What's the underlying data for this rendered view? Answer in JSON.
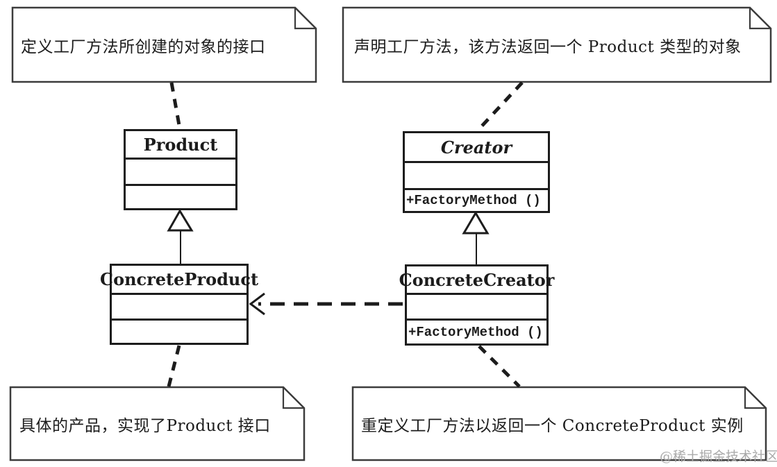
{
  "notes": {
    "top_left": {
      "text": "定义工厂方法所创建的对象的接口"
    },
    "top_right": {
      "text": "声明工厂方法，该方法返回一个 Product 类型的对象"
    },
    "bottom_left": {
      "text": "具体的产品，实现了Product 接口"
    },
    "bottom_right": {
      "text": "重定义工厂方法以返回一个 ConcreteProduct 实例"
    }
  },
  "classes": {
    "product": {
      "name": "Product",
      "attributes_text": "",
      "methods_text": ""
    },
    "creator": {
      "name": "Creator",
      "attributes_text": "",
      "methods_text": "+FactoryMethod ()",
      "name_style": "italic"
    },
    "concrete_product": {
      "name": "ConcreteProduct",
      "attributes_text": "",
      "methods_text": ""
    },
    "concrete_creator": {
      "name": "ConcreteCreator",
      "attributes_text": "",
      "methods_text": "+FactoryMethod ()"
    }
  },
  "relationships": [
    {
      "type": "inheritance",
      "from": "ConcreteProduct",
      "to": "Product"
    },
    {
      "type": "inheritance",
      "from": "ConcreteCreator",
      "to": "Creator"
    },
    {
      "type": "dashed-dependency-arrow",
      "from": "ConcreteCreator",
      "to": "ConcreteProduct"
    },
    {
      "type": "note-anchor",
      "from": "note.top_left",
      "to": "Product"
    },
    {
      "type": "note-anchor",
      "from": "note.top_right",
      "to": "Creator"
    },
    {
      "type": "note-anchor",
      "from": "note.bottom_left",
      "to": "ConcreteProduct"
    },
    {
      "type": "note-anchor",
      "from": "note.bottom_right",
      "to": "ConcreteCreator"
    }
  ],
  "watermark": {
    "text": "@稀土掘金技术社区"
  },
  "colors": {
    "line": "#1c1c1c",
    "note_border": "#3c3c3c",
    "background": "#ffffff",
    "watermark": "#aaaaaa"
  }
}
